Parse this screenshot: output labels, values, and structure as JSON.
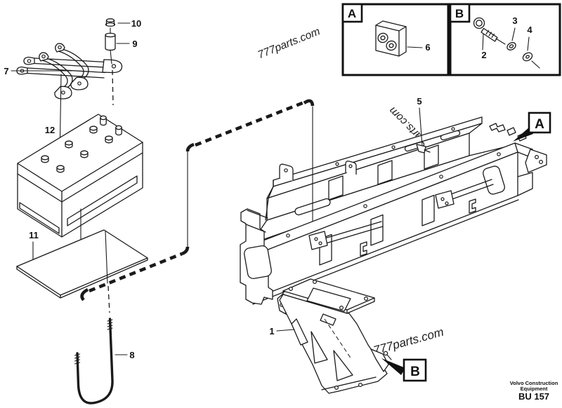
{
  "watermark": {
    "text": "777parts.com"
  },
  "footer": {
    "line1": "Volvo Construction",
    "line2": "Equipment",
    "code": "BU 157"
  },
  "callouts": {
    "n1": "1",
    "n2": "2",
    "n3": "3",
    "n4": "4",
    "n5": "5",
    "n6": "6",
    "n7": "7",
    "n8": "8",
    "n9": "9",
    "n10": "10",
    "n11": "11",
    "n12": "12"
  },
  "refs": {
    "a": "A",
    "b": "B"
  },
  "colors": {
    "ink": "#1a1a1a",
    "background": "#ffffff"
  }
}
